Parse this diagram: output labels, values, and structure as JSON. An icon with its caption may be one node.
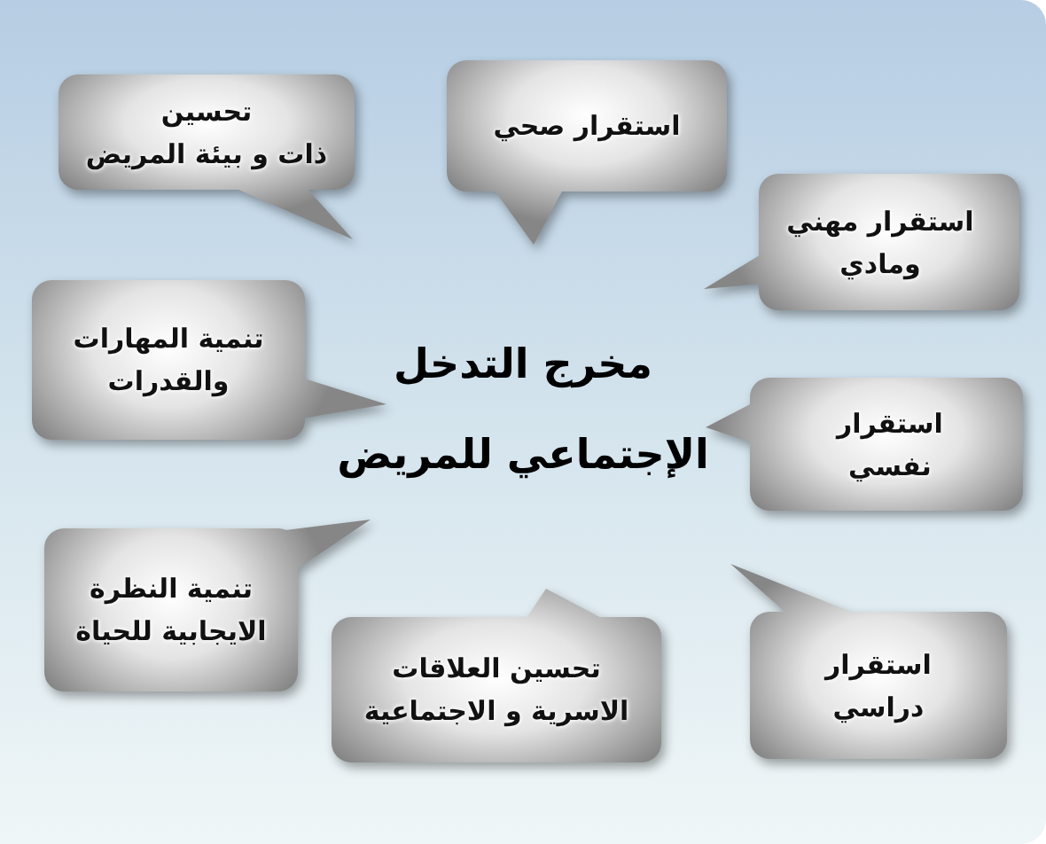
{
  "diagram": {
    "title": "مخرج التدخل الإجتماعي للمريض",
    "nodes": [
      {
        "text": [
          "استقرار صحي"
        ]
      },
      {
        "text": [
          "تحسين ذات و بيئة المريض"
        ]
      },
      {
        "text": [
          "استقرار مهني ومادي"
        ]
      },
      {
        "text": [
          "تنمية المهارات والقدرات"
        ]
      },
      {
        "text": [
          "استقرار نفسي"
        ]
      },
      {
        "text": [
          "تنمية النظرة الايجابية للحياة"
        ]
      },
      {
        "text": [
          "استقرار دراسي"
        ]
      },
      {
        "text": [
          "تحسين العلاقات الاسرية و الاجتماعية"
        ]
      }
    ]
  }
}
